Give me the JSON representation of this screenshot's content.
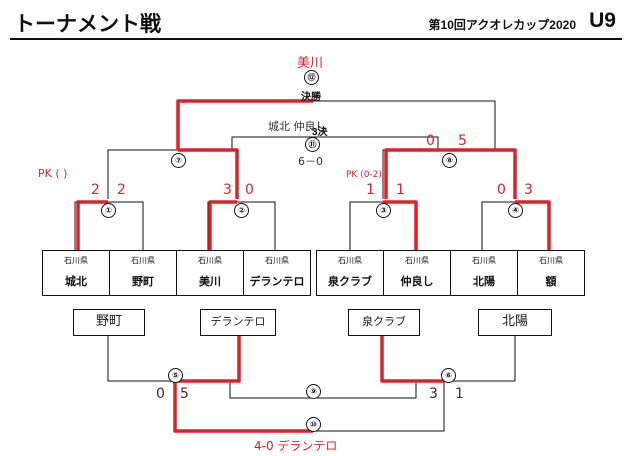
{
  "header": {
    "title": "トーナメント戦",
    "subtitle": "第10回アクオレカップ2020",
    "category": "U9"
  },
  "colors": {
    "winner_path": "#d8232a",
    "bracket_line": "#111111"
  },
  "final": {
    "node": "⑫",
    "label": "決勝",
    "winner_note": "美川"
  },
  "third_place": {
    "node": "⑪",
    "label": "3決",
    "note": "城北 仲良し",
    "score": "6－0"
  },
  "semi_nodes": {
    "left": "⑦",
    "right": "⑧"
  },
  "qf_nodes": [
    "①",
    "②",
    "③",
    "④"
  ],
  "teams": [
    {
      "pref": "石川県",
      "name": "城北"
    },
    {
      "pref": "石川県",
      "name": "野町"
    },
    {
      "pref": "石川県",
      "name": "美川"
    },
    {
      "pref": "石川県",
      "name": "デランテロ"
    },
    {
      "pref": "石川県",
      "name": "泉クラブ"
    },
    {
      "pref": "石川県",
      "name": "仲良し"
    },
    {
      "pref": "石川県",
      "name": "北陽"
    },
    {
      "pref": "石川県",
      "name": "額"
    }
  ],
  "scores": {
    "m1_left": "2",
    "m1_right": "2",
    "m1_pk": "PK (  )",
    "m2_left": "3",
    "m2_right": "0",
    "m3_left": "1",
    "m3_right": "1",
    "m3_pk": "PK (0-2)",
    "m4_left": "0",
    "m4_right": "3",
    "m8_left": "0",
    "m8_right": "5"
  },
  "consolation": {
    "boxes": [
      "野町",
      "デランテロ",
      "泉クラブ",
      "北陽"
    ],
    "nodes": {
      "m5": "⑤",
      "m6": "⑥",
      "m9": "⑨",
      "m10": "⑩"
    },
    "scores": {
      "m5_left": "0",
      "m5_right": "5",
      "m6_left": "3",
      "m6_right": "1"
    },
    "m10_result": "4-0 デランテロ"
  }
}
